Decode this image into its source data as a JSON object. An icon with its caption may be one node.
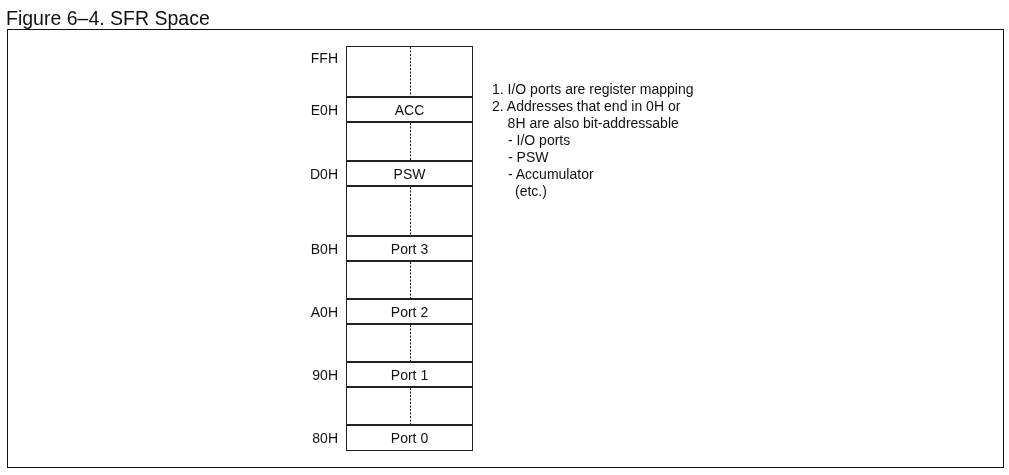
{
  "diagram": {
    "title": "Figure 6–4. SFR Space",
    "nodes": [
      {
        "text": [],
        "shape": "box",
        "beside": [
          "FFH"
        ]
      },
      {
        "text": [
          "ACC"
        ],
        "beside": [
          "E0H"
        ]
      },
      {
        "text": [],
        "shape": "box"
      },
      {
        "text": [
          "PSW"
        ],
        "beside": [
          "D0H"
        ]
      },
      {
        "text": [],
        "shape": "box"
      },
      {
        "text": [
          "Port 3"
        ],
        "beside": [
          "B0H"
        ]
      },
      {
        "text": [],
        "shape": "box"
      },
      {
        "text": [
          "Port 2"
        ],
        "beside": [
          "A0H"
        ]
      },
      {
        "text": [],
        "shape": "box"
      },
      {
        "text": [
          "Port 1"
        ],
        "beside": [
          "90H"
        ]
      },
      {
        "text": [],
        "shape": "box"
      },
      {
        "text": [
          "Port 0"
        ],
        "beside": [
          "80H"
        ]
      }
    ],
    "labels": [
      "1. I/O ports are register mapping",
      "2. Addresses that end in 0H or 8H are also bit-addressable",
      "- I/O ports",
      "- PSW",
      "- Accumulator",
      "(etc.)"
    ]
  }
}
